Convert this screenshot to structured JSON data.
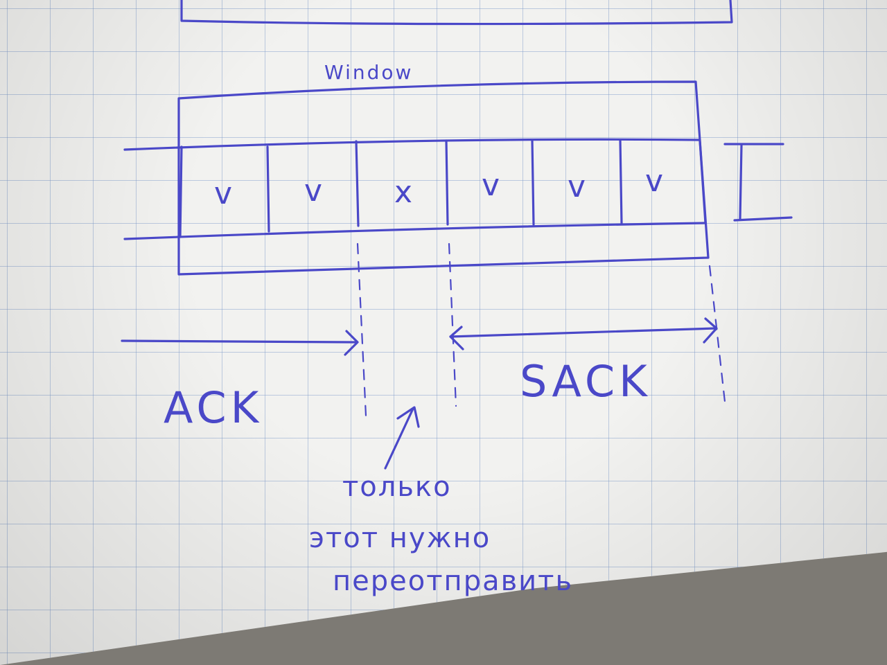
{
  "diagram": {
    "window_label": "Window",
    "segments": [
      "v",
      "v",
      "x",
      "v",
      "v",
      "v"
    ],
    "ack_label": "ACK",
    "sack_label": "SACK",
    "note_lines": [
      "только",
      "этот нужно",
      "переотправить"
    ]
  },
  "colors": {
    "ink": "#4a48c8",
    "paper": "#f2f2f0",
    "grid": "#7896c8"
  }
}
